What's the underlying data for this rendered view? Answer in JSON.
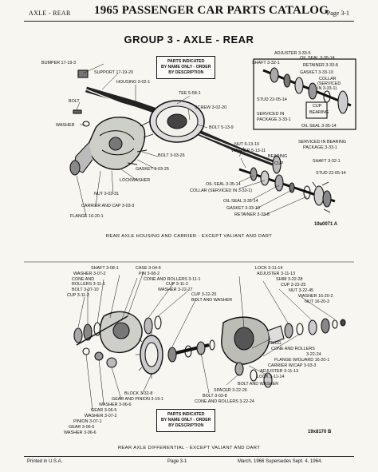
{
  "header": {
    "section": "AXLE - REAR",
    "title": "1965 PASSENGER CAR PARTS CATALOG",
    "page": "Page 3-1"
  },
  "group_title": "GROUP 3 - AXLE - REAR",
  "diagram1": {
    "note": [
      "PARTS INDICATED",
      "BY NAME ONLY - ORDER",
      "BY DESCRIPTION"
    ],
    "labels": {
      "bumper": "BUMPER 17-19-3",
      "support": "SUPPORT 17-19-20",
      "housing": "HOUSING 3-02-1",
      "tee": "TEE 5-58-1",
      "screw": "SCREW 3-02-20",
      "bolt_left": "BOLT",
      "washer_left": "WASHER",
      "bolt_513": "BOLT 5-13-9",
      "nut_513": "NUT 5-13-10",
      "washer_513": "WASHER 5-13-11",
      "bolt_303": "BOLT 3-03-26",
      "gasket_303": "GASKET 3-03-25",
      "lockwasher": "LOCKWASHER",
      "nut_303": "NUT 3-03-31",
      "carrier": "CARRIER AND CAP 3-03-3",
      "flange": "FLANGE 16-20-1",
      "adjuster": "ADJUSTER 3-33-5",
      "shaft_332": "SHAFT 3-32-1",
      "oil_seal_a": "OIL SEAL 3-35-14",
      "retainer_a": "RETAINER 3-33-8",
      "gasket_333": "GASKET 3-33-10",
      "collar": "COLLAR",
      "collar_note": "(SERVICED",
      "collar_note2": "IN 3-33-1)",
      "stud_a": "STUD 22-05-14",
      "cup": "CUP",
      "bearing": "BEARING",
      "serviced_pkg": "SERVICED IN",
      "serviced_pkg2": "PACKAGE 3-33-1",
      "oil_seal_b": "OIL SEAL 3-35-14",
      "serviced_bearing": "SERVICED IN BEARING",
      "serviced_bearing2": "PACKAGE 3-33-1",
      "bearing_r": "BEARING",
      "cup_r": "CUP",
      "shaft_332b": "SHAFT 3-32-1",
      "stud_b": "STUD 22-05-14",
      "oil_seal_c": "OIL SEAL 3-35-14",
      "collar_c": "COLLAR (SERVICED IN 3-33-1)",
      "oil_seal_d": "OIL SEAL 3-35-14",
      "gasket_d": "GASKET 3-33-10",
      "retainer_d": "RETAINER 3-33-8"
    },
    "ref": "19a0071 A",
    "caption": "REAR AXLE HOUSING AND CARRIER - EXCEPT VALIANT AND DART"
  },
  "diagram2": {
    "note": [
      "PARTS INDICATED",
      "BY NAME ONLY - ORDER",
      "BY DESCRIPTION"
    ],
    "labels": {
      "shaft": "SHAFT 3-08-1",
      "washer_307": "WASHER 3-07-2",
      "cone_rollers_l": "CONE AND",
      "cone_rollers_l2": "ROLLERS 3-11-1",
      "bolt_l": "BOLT 3-07-10",
      "cup_l": "CUP 3-11-2",
      "case": "CASE 3-04-6",
      "pin": "PIN 3-08-2",
      "cone_rollers_m": "CONE AND ROLLERS 3-11-1",
      "cup_m": "CUP 3-11-2",
      "washer_322": "WASHER 3-22-27",
      "cup_322": "CUP 3-22-25",
      "bolt_washer": "BOLT AND WASHER",
      "lock": "LOCK 3-11-14",
      "adjuster": "ADJUSTER 3-11-13",
      "shim": "SHIM 3-22-28",
      "cup_r": "CUP 3-22-25",
      "nut_r": "NUT 3-22-45",
      "washer_r": "WASHER 16-20-2",
      "nut_16": "NUT 16-20-3",
      "plug": "PLUG",
      "cone_rollers_r": "CONE AND ROLLERS",
      "cone_rollers_r2": "3-22-24",
      "flange_guard": "FLANGE W/GUARD 16-20-1",
      "carrier_cap": "CARRIER W/CAP 3-03-3",
      "adjuster_b": "ADJUSTER 3-11-13",
      "lock_b": "LOCK 3-11-14",
      "bolt_washer_b": "BOLT AND WASHER",
      "spacer": "SPACER 3-22-26",
      "bolt_303": "BOLT 3-03-8",
      "cone_rollers_b": "CONE AND ROLLERS 3-22-24",
      "block": "BLOCK 3-32-8",
      "gear_pinion": "GEAR AND PINION 3-19-1",
      "washer_306": "WASHER 3-06-6",
      "gear_306": "GEAR 3-06-5",
      "washer_307b": "WASHER 3-07-2",
      "pinion": "PINION 3-07-1",
      "gear_b": "GEAR 3-06-5",
      "washer_b": "WASHER 3-06-6"
    },
    "ref": "19x8170 B",
    "caption": "REAR AXLE DIFFERENTIAL - EXCEPT VALIANT AND DART"
  },
  "footer": {
    "left": "Printed in U.S.A.",
    "center": "Page 3-1",
    "right": "March, 1966 Supersedes Sept. 4, 1964."
  }
}
